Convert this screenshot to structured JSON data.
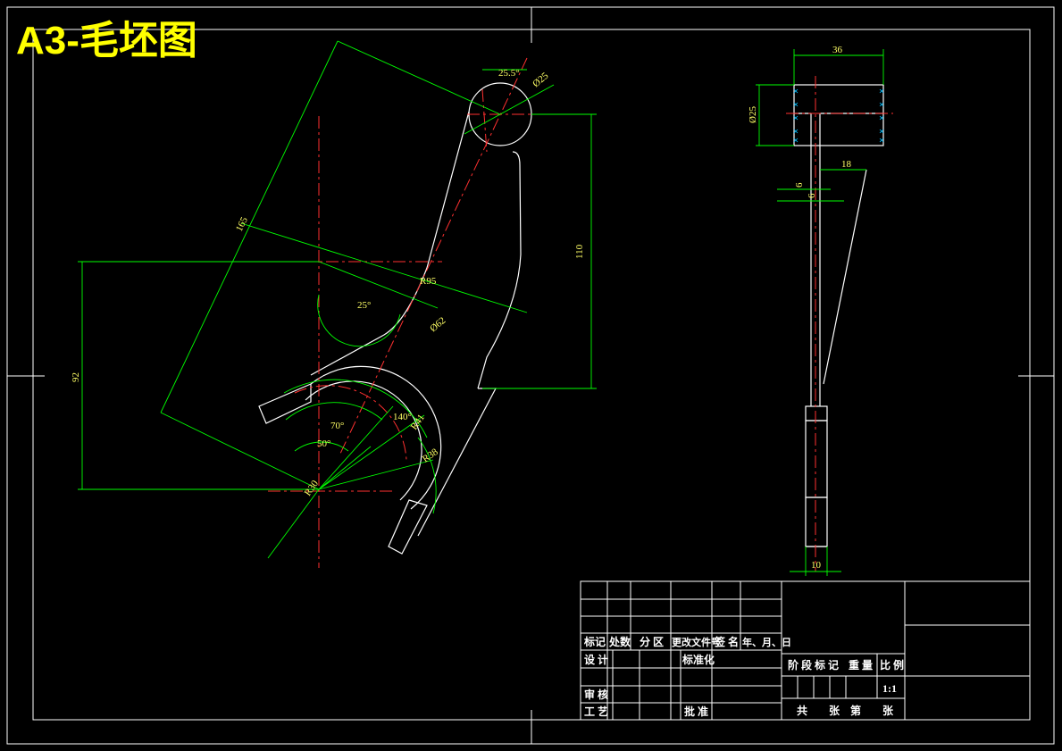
{
  "title": "A3-毛坯图",
  "colors": {
    "background": "#000000",
    "outline": "#ffffff",
    "dimension": "#00ff00",
    "center_line": "#ff0000",
    "title": "#ffff00",
    "hatch": "#00bfff"
  },
  "dimensions": {
    "angle_25_5": "25.5°",
    "dia_25": "Ø25",
    "radius_165": "165",
    "dist_110": "110",
    "r95": "R95",
    "angle_25": "25°",
    "r62": "Ø62",
    "dist_92": "92",
    "angle_140": "140°",
    "r41": "R41",
    "angle_70": "70°",
    "angle_50": "50°",
    "r38": "R38",
    "r30": "R30",
    "side_36": "36",
    "side_25": "Ø25",
    "side_18": "18",
    "side_6a": "6",
    "side_6b": "6",
    "side_10": "10"
  },
  "title_block": {
    "mark": "标记",
    "count": "处数",
    "zone": "分 区",
    "change_doc": "更改文件号",
    "signature": "签 名",
    "date": "年、月、日",
    "design": "设 计",
    "standardize": "标准化",
    "stage_mark": "阶 段 标 记",
    "weight": "重 量",
    "scale": "比 例",
    "scale_value": "1:1",
    "review": "审 核",
    "process": "工 艺",
    "approve": "批 准",
    "total": "共",
    "sheets": "张",
    "page": "第",
    "sheet2": "张"
  }
}
